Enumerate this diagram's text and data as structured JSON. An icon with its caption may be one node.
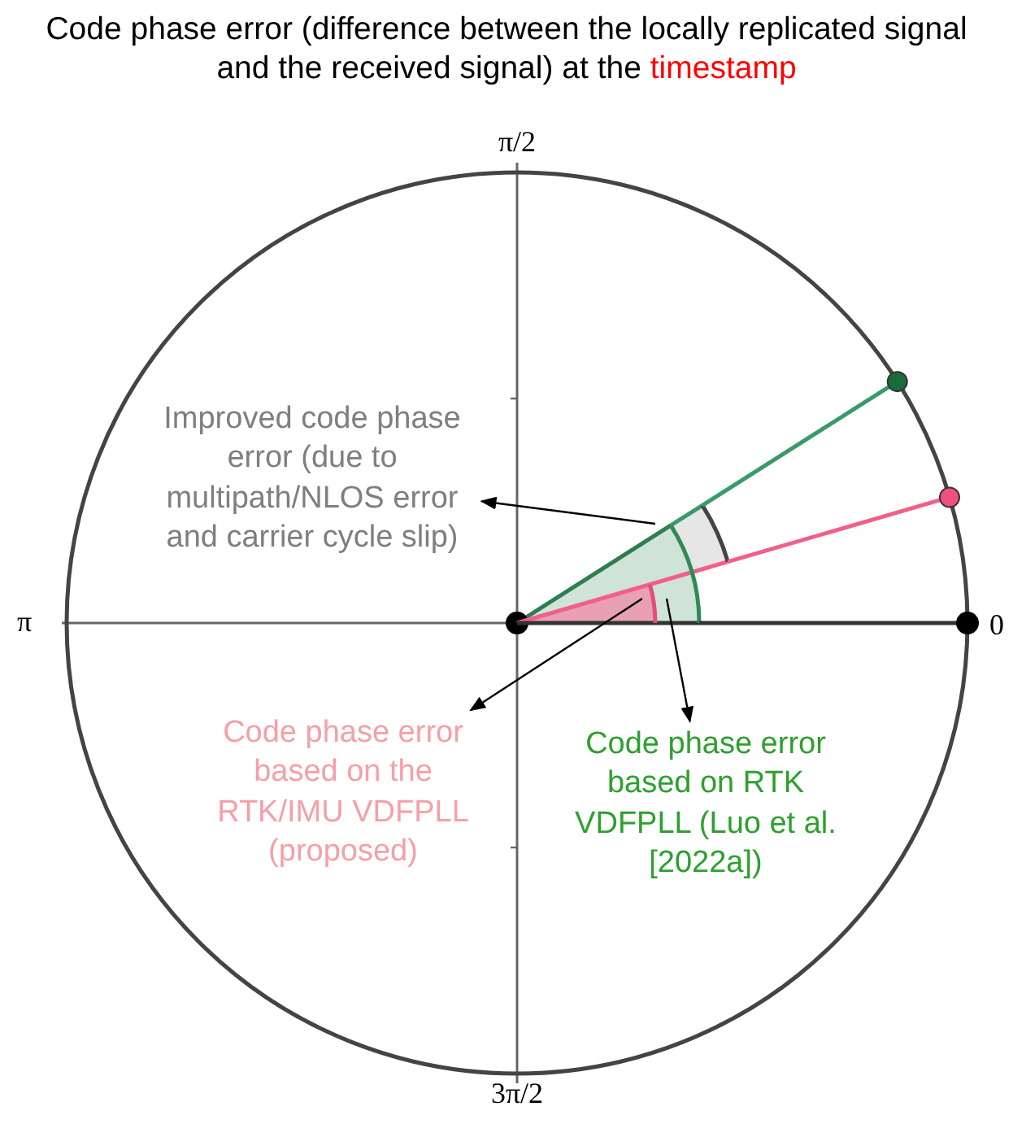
{
  "diagram": {
    "title": "Code phase error (difference between the locally replicated signal  and the received signal) at  the timestamp",
    "nodes": [
      {
        "text": [
          "Improved code phase error (due to multipath/NLOS error and carrier cycle slip)"
        ]
      },
      {
        "text": [
          "Code phase error based on the RTK/IMU VDFPLL (proposed)"
        ]
      },
      {
        "text": [
          "Code phase error based on RTK VDFPLL (Luo et al. [2022a])"
        ]
      },
      {
        "text": [],
        "shape": "sector"
      },
      {
        "text": [],
        "shape": "sector"
      },
      {
        "text": [],
        "shape": "sector"
      }
    ],
    "edges": [
      {
        "from": 3,
        "to": 0,
        "arrow": "to"
      },
      {
        "from": 4,
        "to": 1,
        "arrow": "to"
      },
      {
        "from": 5,
        "to": 2,
        "arrow": "to"
      }
    ],
    "labels": [
      "π/2",
      "π",
      "0",
      "3π/2"
    ]
  }
}
